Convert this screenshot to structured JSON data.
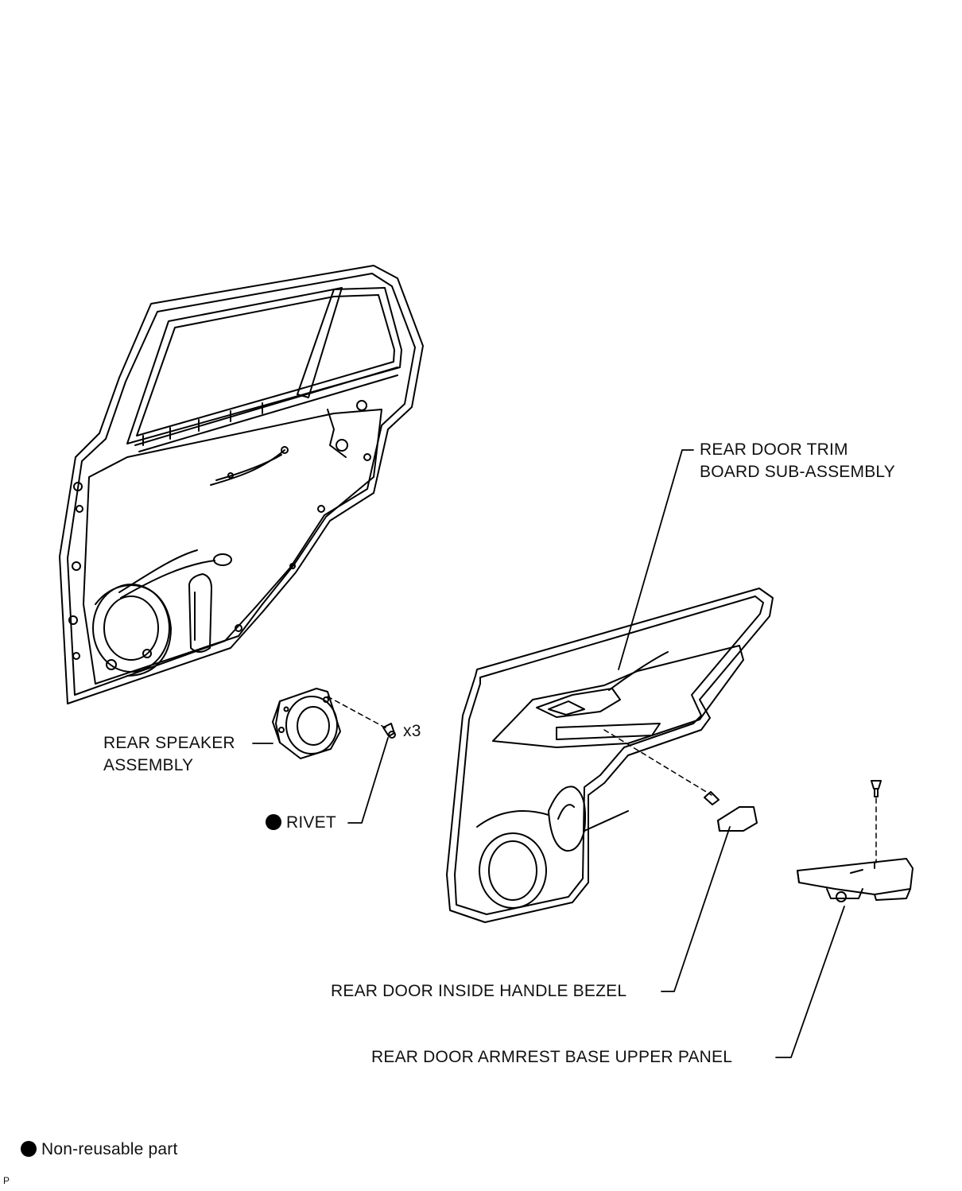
{
  "labels": {
    "trim_board_line1": "REAR DOOR TRIM",
    "trim_board_line2": "BOARD SUB-ASSEMBLY",
    "speaker_line1": "REAR SPEAKER",
    "speaker_line2": "ASSEMBLY",
    "rivet": "RIVET",
    "rivet_qty": "x3",
    "handle_bezel": "REAR DOOR INSIDE HANDLE BEZEL",
    "armrest_panel": "REAR DOOR ARMREST BASE UPPER PANEL"
  },
  "legend": {
    "non_reusable": "Non-reusable part"
  },
  "corner_code": "P",
  "icons": {
    "non_reusable_marker": "filled-circle",
    "rivet_marker": "filled-circle"
  }
}
